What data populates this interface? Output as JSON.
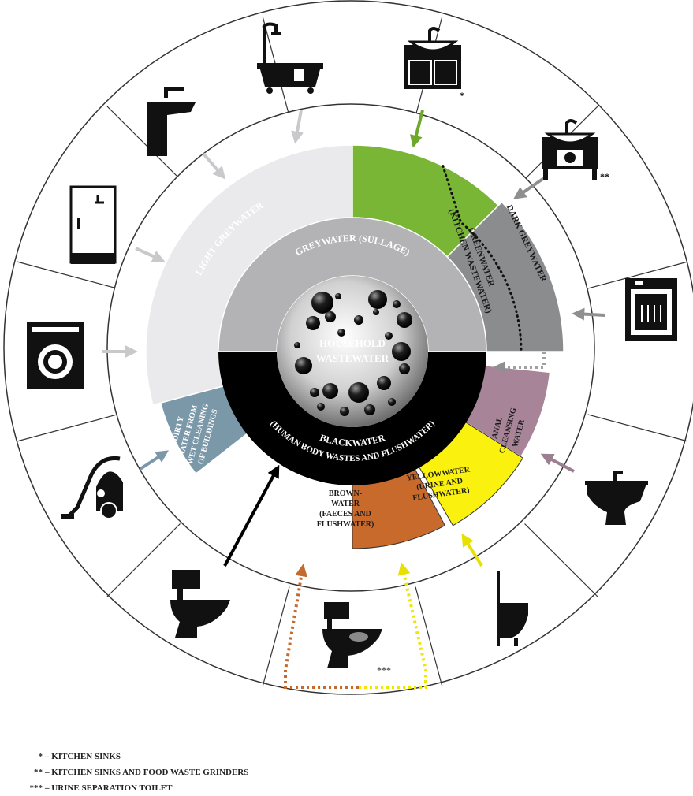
{
  "center": {
    "line1": "HOUSEHOLD",
    "line2": "WASTEWATER"
  },
  "categories": {
    "greywater": "GREYWATER (SULLAGE)",
    "light_greywater": "LIGHT GREYWATER",
    "greenwater_1": "GREENWATER",
    "greenwater_2": "(KITCHEN WASTEWATER)",
    "dark_greywater": "DARK GREYWATER",
    "anal_1": "ANAL",
    "anal_2": "CLEANSING",
    "anal_3": "WATER",
    "yellow_1": "YELLOWWATER",
    "yellow_2": "(URINE AND",
    "yellow_3": "FLUSHWATER)",
    "brown_1": "BROWN-",
    "brown_2": "WATER",
    "brown_3": "(FAECES AND",
    "brown_4": "FLUSHWATER)",
    "black_1": "BLACKWATER",
    "black_2": "(HUMAN BODY WASTES AND FLUSHWATER)",
    "dirty_1": "DIRTY",
    "dirty_2": "WATER FROM",
    "dirty_3": "WET CLEANING",
    "dirty_4": "OF BUILDINGS"
  },
  "icons": [
    {
      "name": "bathtub-icon"
    },
    {
      "name": "kitchen-sink-icon",
      "mark": "*"
    },
    {
      "name": "sink-grinder-icon",
      "mark": "**"
    },
    {
      "name": "dishwasher-icon"
    },
    {
      "name": "bidet-icon"
    },
    {
      "name": "urinal-icon"
    },
    {
      "name": "separation-toilet-icon",
      "mark": "***"
    },
    {
      "name": "toilet-icon"
    },
    {
      "name": "vacuum-cleaner-icon"
    },
    {
      "name": "washing-machine-icon"
    },
    {
      "name": "shower-icon"
    },
    {
      "name": "washbasin-icon"
    }
  ],
  "colors": {
    "light_grey": "#eaeaec",
    "grey": "#b3b3b5",
    "green": "#79b635",
    "dark_grey": "#8b8c8e",
    "mauve": "#a78498",
    "yellow": "#fbf10f",
    "brown": "#c96a2d",
    "black": "#000000",
    "slate_blue": "#7b98a9"
  },
  "legend": [
    {
      "mark": "*",
      "text": "– KITCHEN SINKS"
    },
    {
      "mark": "**",
      "text": "– KITCHEN SINKS AND FOOD WASTE GRINDERS"
    },
    {
      "mark": "***",
      "text": "– URINE SEPARATION TOILET"
    }
  ]
}
